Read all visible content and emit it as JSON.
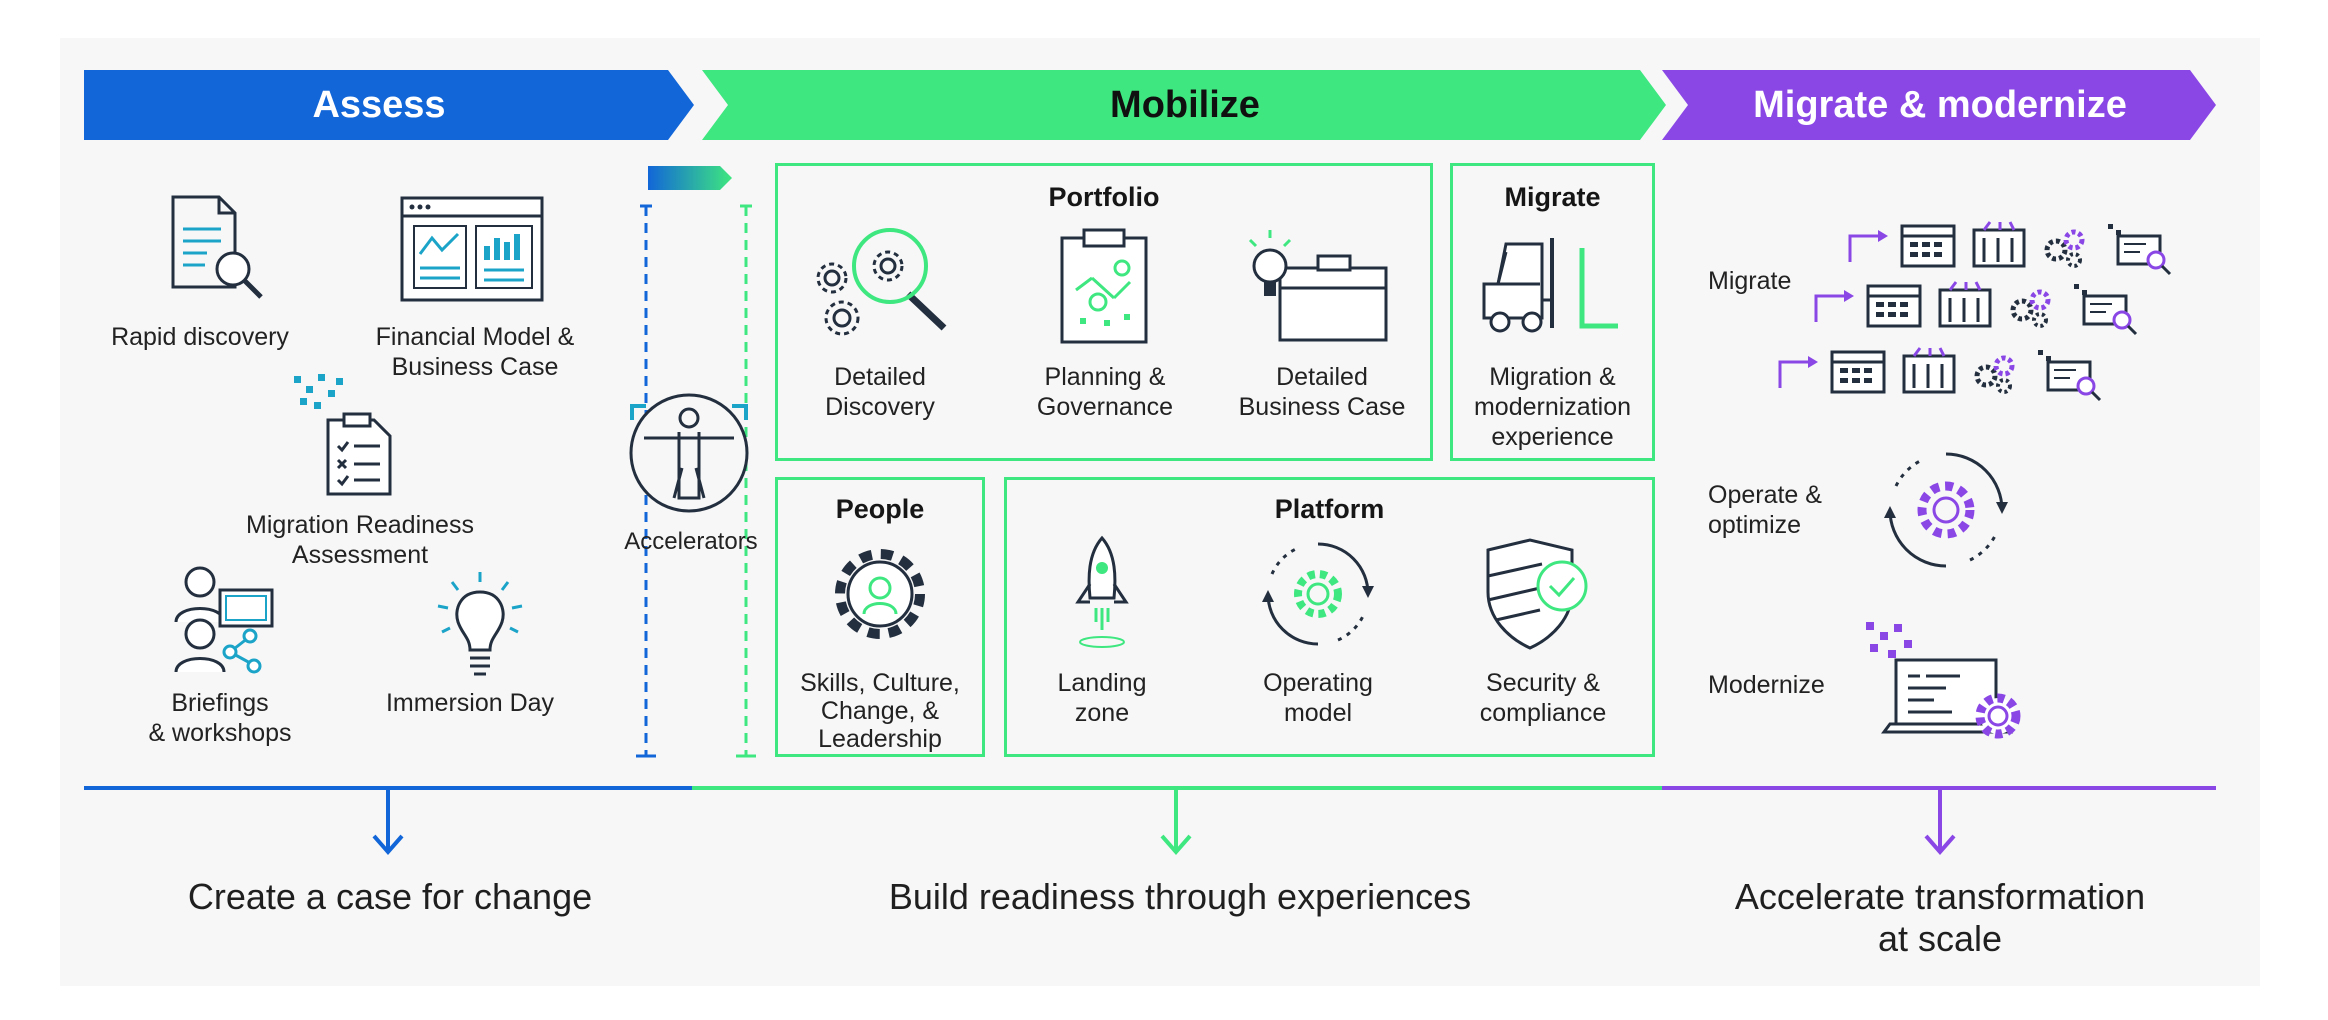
{
  "phases": {
    "assess": "Assess",
    "mobilize": "Mobilize",
    "migrate": "Migrate & modernize"
  },
  "assess": {
    "rapid_discovery": "Rapid discovery",
    "financial_model_l1": "Financial Model &",
    "financial_model_l2": "Business Case",
    "mra_l1": "Migration Readiness",
    "mra_l2": "Assessment",
    "briefings_l1": "Briefings",
    "briefings_l2": "& workshops",
    "immersion_day": "Immersion Day"
  },
  "accelerators": "Accelerators",
  "mobilize": {
    "portfolio": {
      "title": "Portfolio",
      "detailed_discovery_l1": "Detailed",
      "detailed_discovery_l2": "Discovery",
      "planning_l1": "Planning &",
      "planning_l2": "Governance",
      "business_case_l1": "Detailed",
      "business_case_l2": "Business Case"
    },
    "migrate": {
      "title": "Migrate",
      "exp_l1": "Migration &",
      "exp_l2": "modernization",
      "exp_l3": "experience"
    },
    "people": {
      "title": "People",
      "skills_l1": "Skills, Culture,",
      "skills_l2": "Change, &",
      "skills_l3": "Leadership"
    },
    "platform": {
      "title": "Platform",
      "landing_l1": "Landing",
      "landing_l2": "zone",
      "operating_l1": "Operating",
      "operating_l2": "model",
      "security_l1": "Security &",
      "security_l2": "compliance"
    }
  },
  "migrate_modernize": {
    "migrate": "Migrate",
    "operate_l1": "Operate &",
    "operate_l2": "optimize",
    "modernize": "Modernize"
  },
  "outcomes": {
    "assess": "Create a case for change",
    "mobilize": "Build readiness through experiences",
    "migrate_l1": "Accelerate transformation",
    "migrate_l2": "at scale"
  },
  "colors": {
    "assess": "#1266d8",
    "mobilize": "#3ee77f",
    "migrate": "#8a47e6",
    "icon": "#232f3e",
    "teal": "#1ba4c8"
  }
}
